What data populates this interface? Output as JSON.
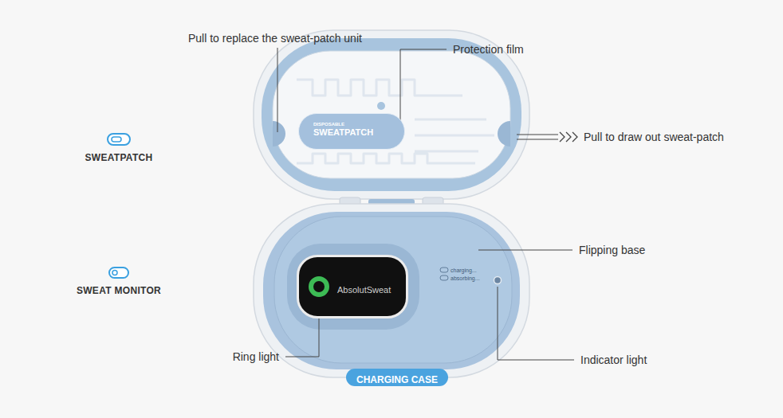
{
  "diagram": {
    "nodes": [
      {
        "text": [
          "DISPOSABLE",
          "SWEATPATCH"
        ]
      },
      {
        "text": [
          "AbsolutSweat"
        ]
      },
      {
        "text": [
          "CHARGING CASE"
        ]
      }
    ],
    "labels": [
      "Pull to replace the sweat-patch unit",
      "Protection film",
      "Pull to draw out sweat-patch",
      "SWEATPATCH",
      "SWEAT MONITOR",
      "Flipping base",
      "Ring light",
      "Indicator light",
      "charging...",
      "absorbing..."
    ]
  }
}
